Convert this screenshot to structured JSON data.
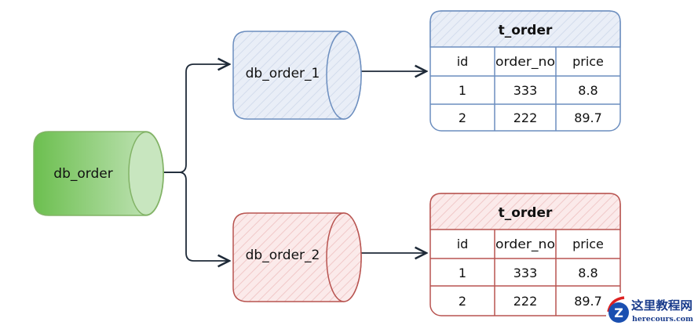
{
  "nodes": {
    "source": {
      "label": "db_order",
      "color": "#6cbf4f"
    },
    "shard1": {
      "label": "db_order_1",
      "color": "#6c8ebf"
    },
    "shard2": {
      "label": "db_order_2",
      "color": "#b85450"
    }
  },
  "tables": [
    {
      "title": "t_order",
      "color": "#6c8ebf",
      "columns": [
        "id",
        "order_no",
        "price"
      ],
      "rows": [
        [
          "1",
          "333",
          "8.8"
        ],
        [
          "2",
          "222",
          "89.7"
        ]
      ]
    },
    {
      "title": "t_order",
      "color": "#b85450",
      "columns": [
        "id",
        "order_no",
        "price"
      ],
      "rows": [
        [
          "1",
          "333",
          "8.8"
        ],
        [
          "2",
          "222",
          "89.7"
        ]
      ]
    }
  ],
  "watermark": {
    "title": "这里教程网",
    "site": "herecours.com"
  }
}
